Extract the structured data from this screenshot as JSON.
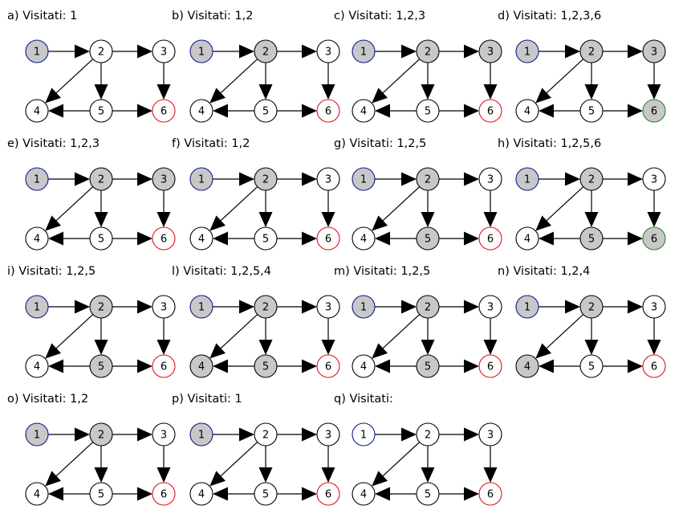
{
  "colors": {
    "visited_fill": "#c8c8c8",
    "unvisited_fill": "#ffffff",
    "default_border": "#000000",
    "start_border": "#0a1a8c",
    "target_border": "#e0101a",
    "found_border": "#1f8a1f",
    "edge": "#000000"
  },
  "graph": {
    "nodes": [
      "1",
      "2",
      "3",
      "4",
      "5",
      "6"
    ],
    "edges": [
      [
        "1",
        "2"
      ],
      [
        "2",
        "3"
      ],
      [
        "2",
        "4"
      ],
      [
        "2",
        "5"
      ],
      [
        "3",
        "6"
      ],
      [
        "5",
        "4"
      ],
      [
        "5",
        "6"
      ]
    ],
    "start_node": "1",
    "target_node": "6"
  },
  "panels": [
    {
      "label": "a) Visitati: 1",
      "visited": [
        "1"
      ],
      "found": false
    },
    {
      "label": "b) Visitati: 1,2",
      "visited": [
        "1",
        "2"
      ],
      "found": false
    },
    {
      "label": "c) Visitati: 1,2,3",
      "visited": [
        "1",
        "2",
        "3"
      ],
      "found": false
    },
    {
      "label": "d) Visitati: 1,2,3,6",
      "visited": [
        "1",
        "2",
        "3",
        "6"
      ],
      "found": true
    },
    {
      "label": "e) Visitati: 1,2,3",
      "visited": [
        "1",
        "2",
        "3"
      ],
      "found": false
    },
    {
      "label": "f) Visitati: 1,2",
      "visited": [
        "1",
        "2"
      ],
      "found": false
    },
    {
      "label": "g) Visitati: 1,2,5",
      "visited": [
        "1",
        "2",
        "5"
      ],
      "found": false
    },
    {
      "label": "h) Visitati: 1,2,5,6",
      "visited": [
        "1",
        "2",
        "5",
        "6"
      ],
      "found": true
    },
    {
      "label": "i) Visitati: 1,2,5",
      "visited": [
        "1",
        "2",
        "5"
      ],
      "found": false
    },
    {
      "label": "l) Visitati: 1,2,5,4",
      "visited": [
        "1",
        "2",
        "5",
        "4"
      ],
      "found": false
    },
    {
      "label": "m) Visitati: 1,2,5",
      "visited": [
        "1",
        "2",
        "5"
      ],
      "found": false
    },
    {
      "label": "n) Visitati: 1,2,4",
      "visited": [
        "1",
        "2",
        "4"
      ],
      "found": false
    },
    {
      "label": "o) Visitati: 1,2",
      "visited": [
        "1",
        "2"
      ],
      "found": false
    },
    {
      "label": "p) Visitati: 1",
      "visited": [
        "1"
      ],
      "found": false
    },
    {
      "label": "q) Visitati:",
      "visited": [],
      "found": false
    }
  ]
}
